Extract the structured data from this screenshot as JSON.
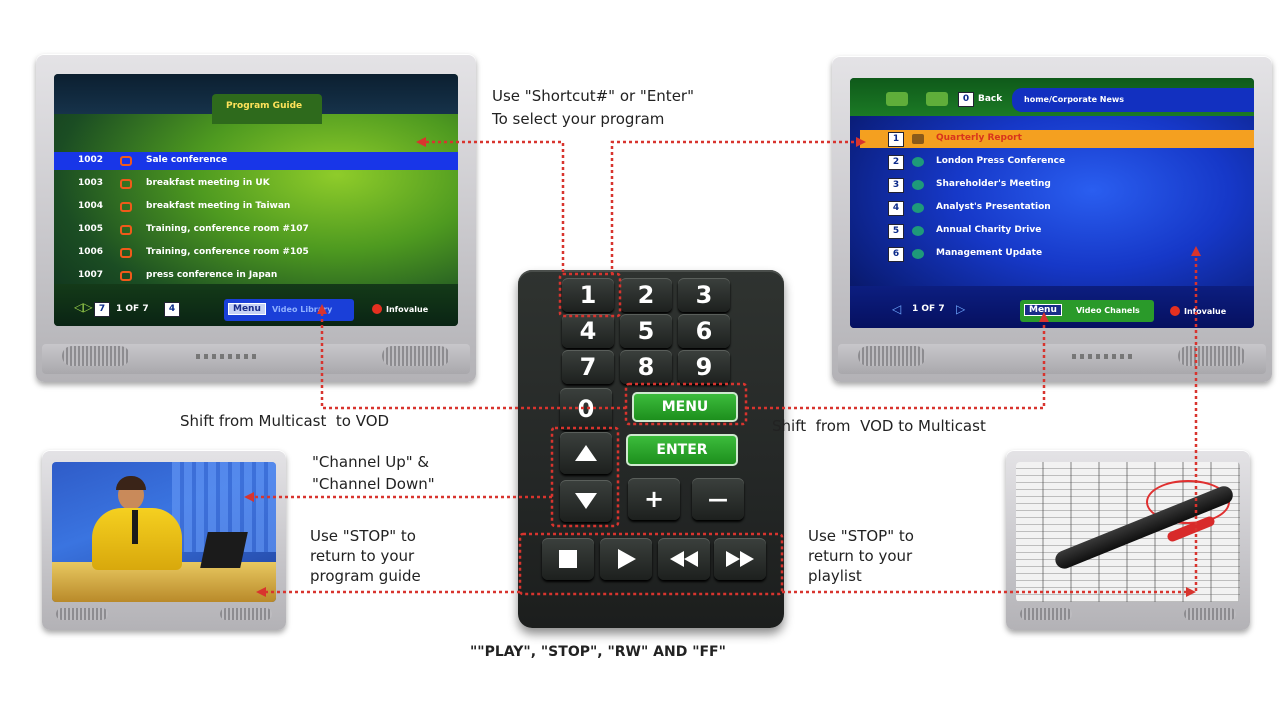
{
  "labels": {
    "shortcut_line1": "Use \"Shortcut#\" or \"Enter\"",
    "shortcut_line2": "To select your program",
    "multicast_to_vod": "Shift from Multicast  to VOD",
    "vod_to_multicast": "Shift  from  VOD to Multicast",
    "channel_line1": "\"Channel Up\" &",
    "channel_line2": "\"Channel Down\"",
    "stop_left_1": "Use \"STOP\" to",
    "stop_left_2": "return to your",
    "stop_left_3": "program guide",
    "stop_right_1": "Use \"STOP\" to",
    "stop_right_2": "return to your",
    "stop_right_3": "playlist",
    "bottom_caption": "\"\"PLAY\", \"STOP\", \"RW\" AND \"FF\""
  },
  "guide_tv": {
    "title": "Program Guide",
    "rows": [
      {
        "num": "1002",
        "title": "Sale conference"
      },
      {
        "num": "1003",
        "title": "breakfast meeting in UK"
      },
      {
        "num": "1004",
        "title": "breakfast meeting in Taiwan"
      },
      {
        "num": "1005",
        "title": "Training, conference room #107"
      },
      {
        "num": "1006",
        "title": "Training, conference room #105"
      },
      {
        "num": "1007",
        "title": "press conference in Japan"
      }
    ],
    "page": "1 OF 7",
    "page_left_num": "7",
    "page_right_num": "4",
    "menu_badge": "Menu",
    "menu_text": "Video Library",
    "brand": "Infovalue"
  },
  "vod_tv": {
    "back_num": "0",
    "back_label": "Back",
    "path": "home/Corporate News",
    "rows": [
      {
        "num": "1",
        "title": "Quarterly Report"
      },
      {
        "num": "2",
        "title": "London Press Conference"
      },
      {
        "num": "3",
        "title": "Shareholder's Meeting"
      },
      {
        "num": "4",
        "title": "Analyst's Presentation"
      },
      {
        "num": "5",
        "title": "Annual Charity Drive"
      },
      {
        "num": "6",
        "title": "Management Update"
      }
    ],
    "page": "1 OF 7",
    "menu_badge": "Menu",
    "menu_text": "Video Chanels",
    "brand": "Infovalue"
  },
  "remote": {
    "digits": [
      "1",
      "2",
      "3",
      "4",
      "5",
      "6",
      "7",
      "8",
      "9",
      "0"
    ],
    "menu": "MENU",
    "enter": "ENTER",
    "plus": "+",
    "minus": "—"
  },
  "colors": {
    "dotted_line": "#d8342e",
    "guide_highlight": "#1836e8",
    "vod_highlight": "#f4a020",
    "button_green": "#2aa52a"
  }
}
